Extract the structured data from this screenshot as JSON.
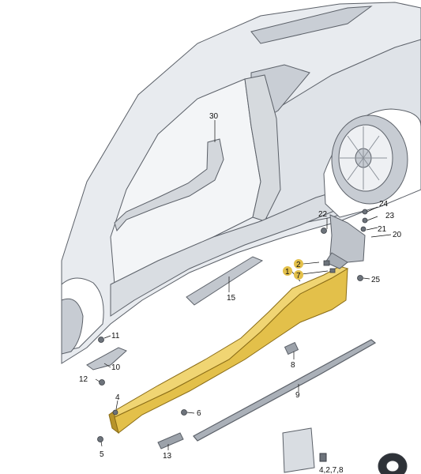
{
  "diagram": {
    "part_labels": {
      "p1": "1",
      "p2": "2",
      "p4": "4",
      "p5": "5",
      "p6": "6",
      "p7": "7",
      "p8": "8",
      "p9": "9",
      "p10": "10",
      "p11": "11",
      "p12": "12",
      "p13": "13",
      "p15": "15",
      "p20": "20",
      "p21": "21",
      "p22": "22",
      "p23": "23",
      "p24": "24",
      "p25": "25",
      "p30": "30",
      "p4278": "4,2,7,8"
    },
    "colors": {
      "body": "#e8ebef",
      "body_dark": "#c7ccd3",
      "outline": "#5b6068",
      "highlight": "#e3c04a",
      "highlight_dark": "#b8942a",
      "part": "#9ca2aa"
    }
  }
}
